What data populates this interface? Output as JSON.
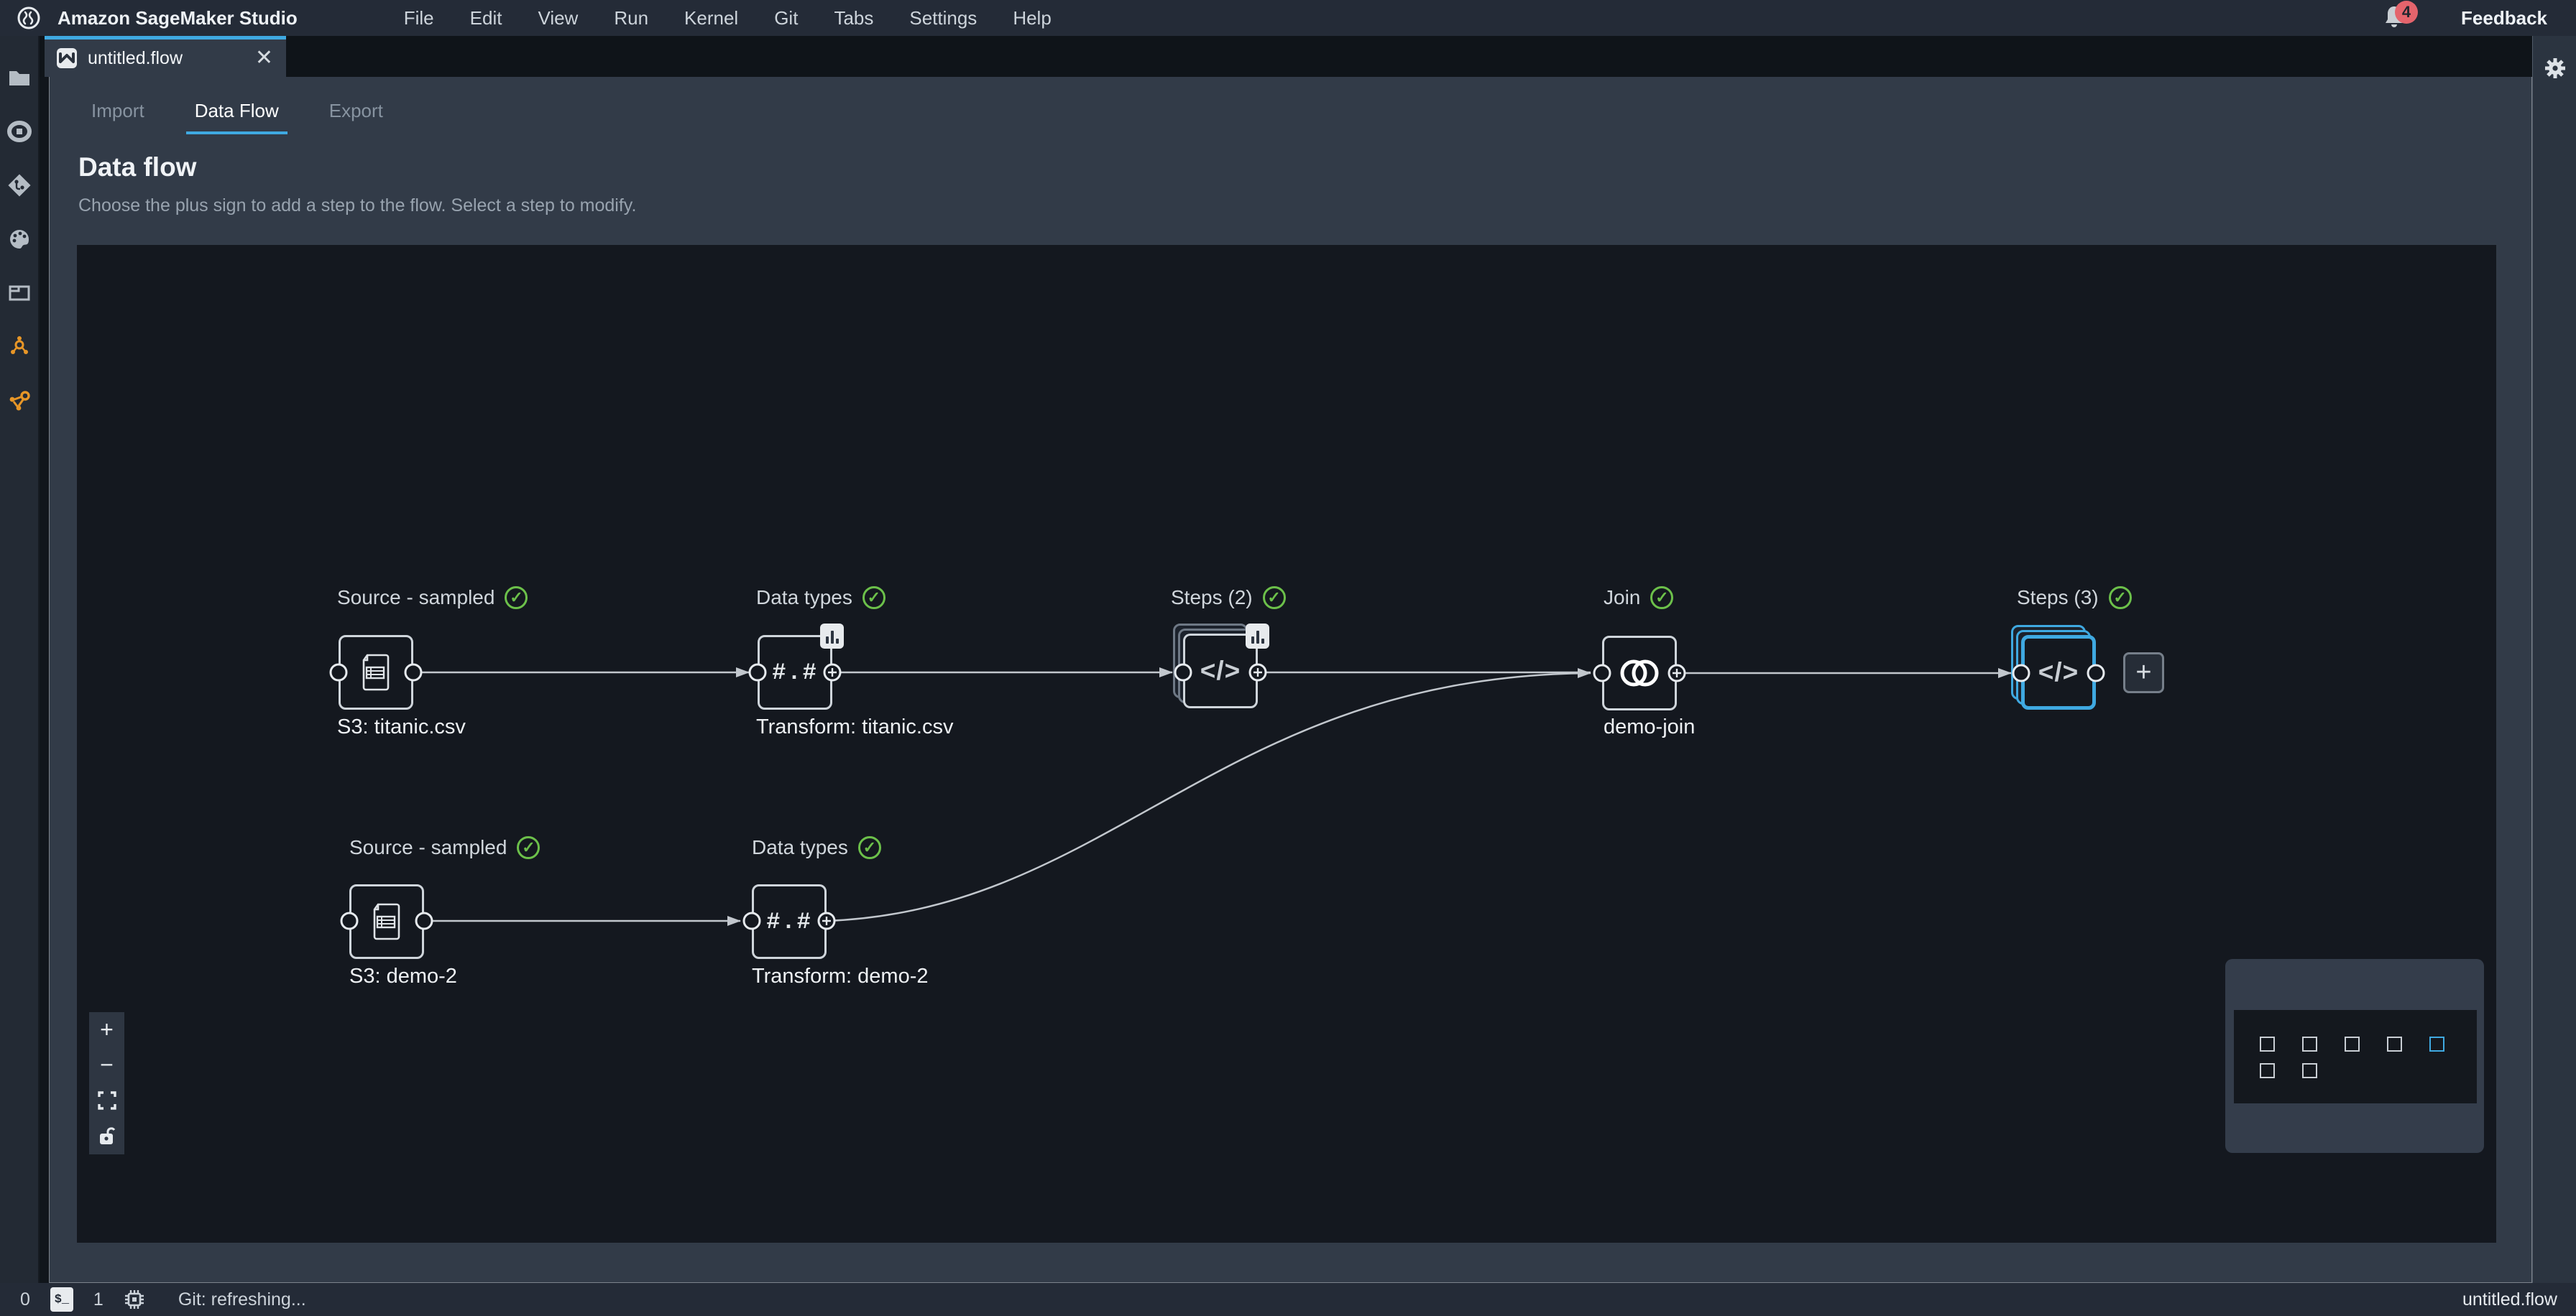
{
  "menubar": {
    "app_title": "Amazon SageMaker Studio",
    "items": [
      "File",
      "Edit",
      "View",
      "Run",
      "Kernel",
      "Git",
      "Tabs",
      "Settings",
      "Help"
    ],
    "notification_count": "4",
    "feedback_label": "Feedback"
  },
  "tabbar": {
    "tab_title": "untitled.flow",
    "close_glyph": "✕"
  },
  "subtabs": {
    "items": [
      "Import",
      "Data Flow",
      "Export"
    ],
    "active": "Data Flow"
  },
  "page": {
    "title": "Data flow",
    "subtitle": "Choose the plus sign to add a step to the flow. Select a step to modify."
  },
  "flow": {
    "nodes": [
      {
        "title": "Source - sampled",
        "label": "S3: titanic.csv",
        "icon": "document",
        "status": "complete"
      },
      {
        "title": "Data types",
        "label": "Transform: titanic.csv",
        "icon": "numeric",
        "status": "complete",
        "badge": "chart"
      },
      {
        "title": "Steps (2)",
        "label": "",
        "icon": "code",
        "status": "complete",
        "badge": "chart",
        "stacked": true
      },
      {
        "title": "Join",
        "label": "demo-join",
        "icon": "join",
        "status": "complete"
      },
      {
        "title": "Steps (3)",
        "label": "",
        "icon": "code",
        "status": "complete",
        "stacked": true,
        "selected": true
      },
      {
        "title": "Source - sampled",
        "label": "S3: demo-2",
        "icon": "document",
        "status": "complete"
      },
      {
        "title": "Data types",
        "label": "Transform: demo-2",
        "icon": "numeric",
        "status": "complete"
      }
    ],
    "check_glyph": "✓",
    "numeric_icon_text": "#.#",
    "code_icon_text": "</>",
    "add_step_glyph": "+"
  },
  "zoom_controls": {
    "zoom_in": "+",
    "zoom_out": "−",
    "items": [
      "zoom-in",
      "zoom-out",
      "fit-view",
      "lock"
    ]
  },
  "sidebar": {
    "items": [
      "file-browser",
      "running-instances",
      "git",
      "commands",
      "tabs-panel",
      "experiments",
      "components-registry"
    ]
  },
  "statusbar": {
    "kernel_count": "0",
    "terminal_chip": "$_",
    "terminal_count": "1",
    "git_status": "Git: refreshing...",
    "filename": "untitled.flow"
  },
  "colors": {
    "accent_blue": "#3fa9e1",
    "status_green": "#6cc04a",
    "sidebar_orange": "#e79627",
    "notification_red": "#e4646c",
    "canvas_bg": "#14181f",
    "panel_bg": "#323b48",
    "bar_bg": "#242b37"
  }
}
